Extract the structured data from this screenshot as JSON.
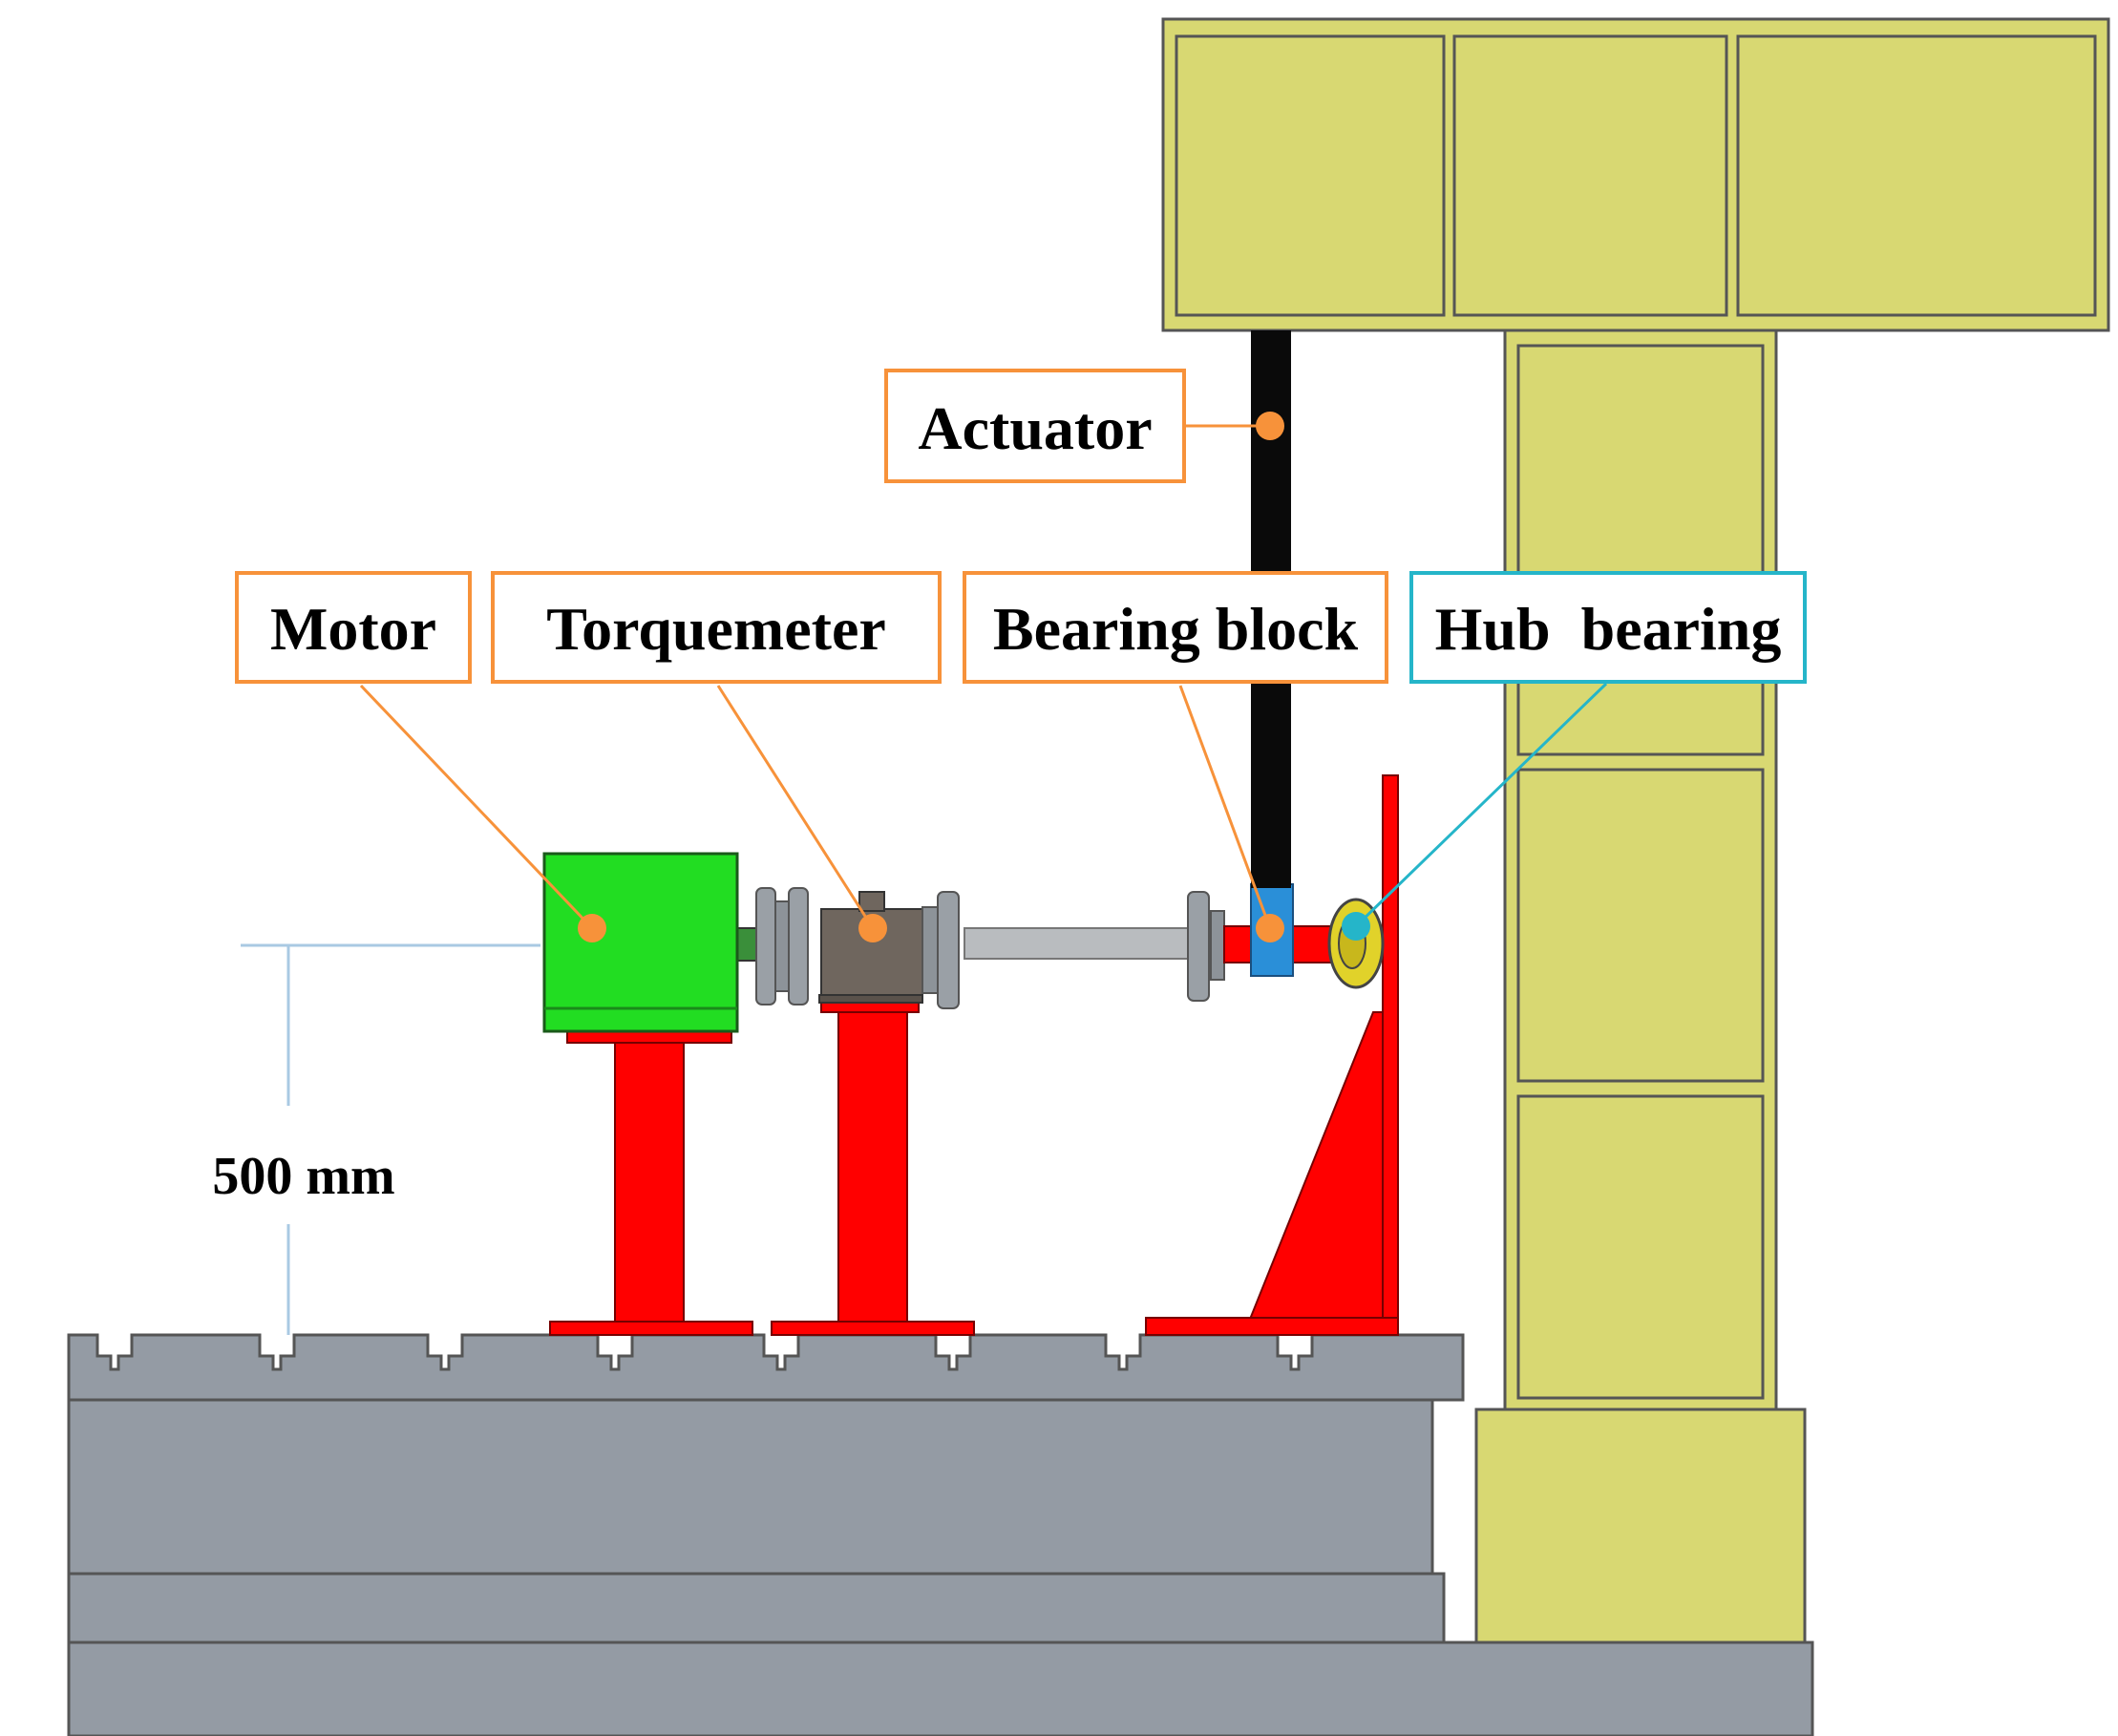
{
  "labels": {
    "actuator": "Actuator",
    "motor": "Motor",
    "torquemeter": "Torquemeter",
    "bearing_block": "Bearing block",
    "hub_bearing": "Hub  bearing"
  },
  "dimension": {
    "height_text": "500 mm"
  },
  "colors": {
    "label_border": "#f7923a",
    "leader_orange": "#f7923a",
    "hub_border": "#25b5c9",
    "leader_cyan": "#25b5c9",
    "motor_green": "#22dd22",
    "support_red": "#ff0000",
    "frame_yellow": "#d8d872",
    "bench_gray": "#949ba4",
    "shaft_gray": "#b9bcbf",
    "actuator_black": "#0a0a0a",
    "bearing_blue": "#2a8fd8",
    "hub_yellow": "#e1d22a",
    "dimension_line": "#a9c9e3"
  }
}
